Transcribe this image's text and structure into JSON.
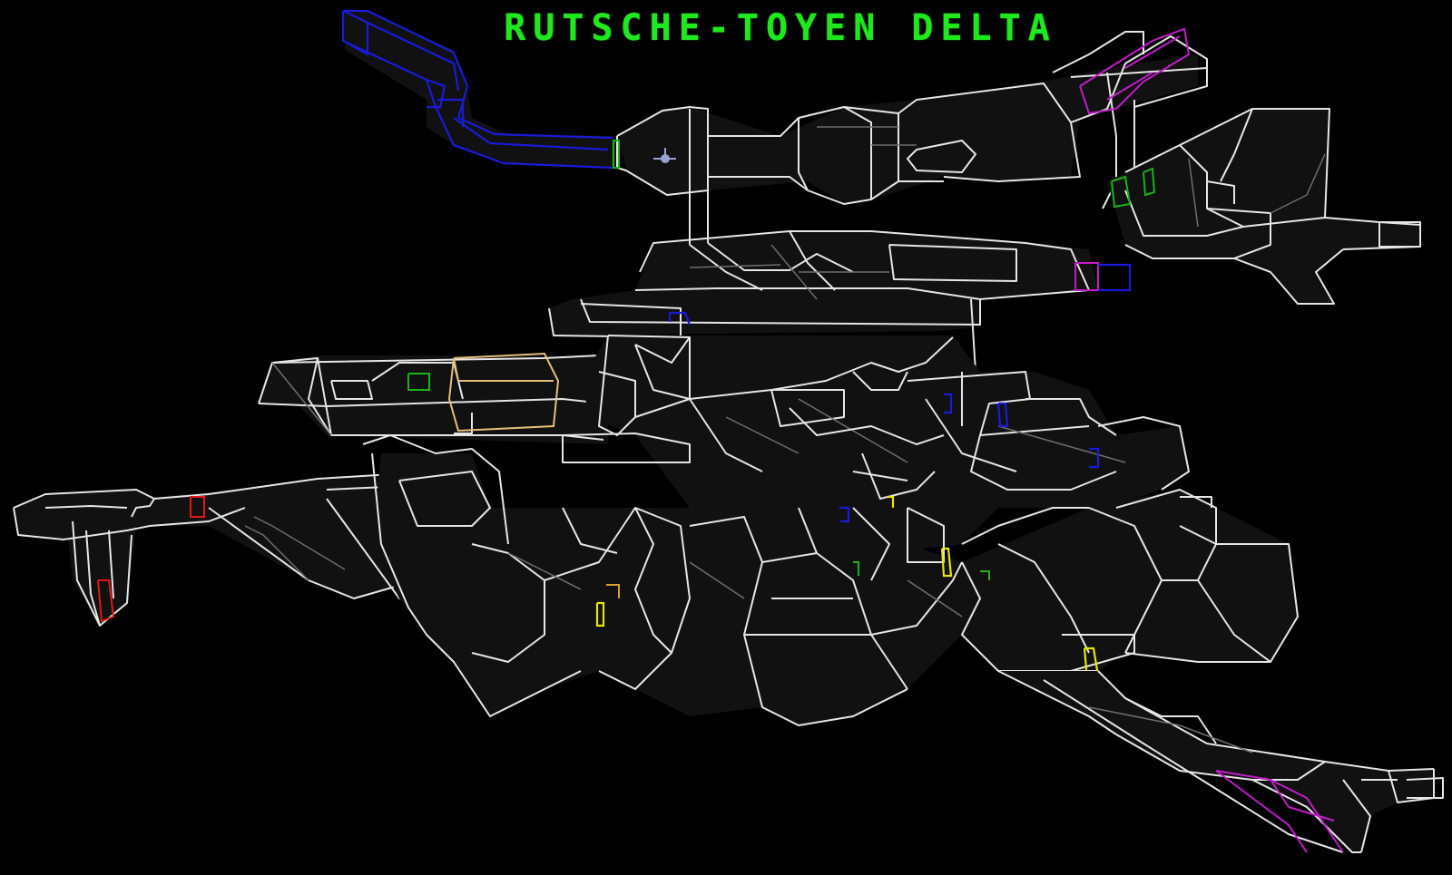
{
  "map": {
    "title": "RUTSCHE-TOYEN DELTA",
    "title_color": "#1fe81f",
    "background": "#000000",
    "wireframe_color": "#e6e6e6"
  },
  "markers": [
    {
      "name": "blue-entry-chute",
      "color": "#1a1ad8"
    },
    {
      "name": "green-portal",
      "color": "#17b317"
    },
    {
      "name": "magenta-portal",
      "color": "#c21cc9"
    },
    {
      "name": "yellow-portal",
      "color": "#e6e600"
    },
    {
      "name": "tan-portal",
      "color": "#e3c07a"
    },
    {
      "name": "red-portal",
      "color": "#e01818"
    },
    {
      "name": "player-start",
      "color": "#9aa0d0"
    }
  ]
}
